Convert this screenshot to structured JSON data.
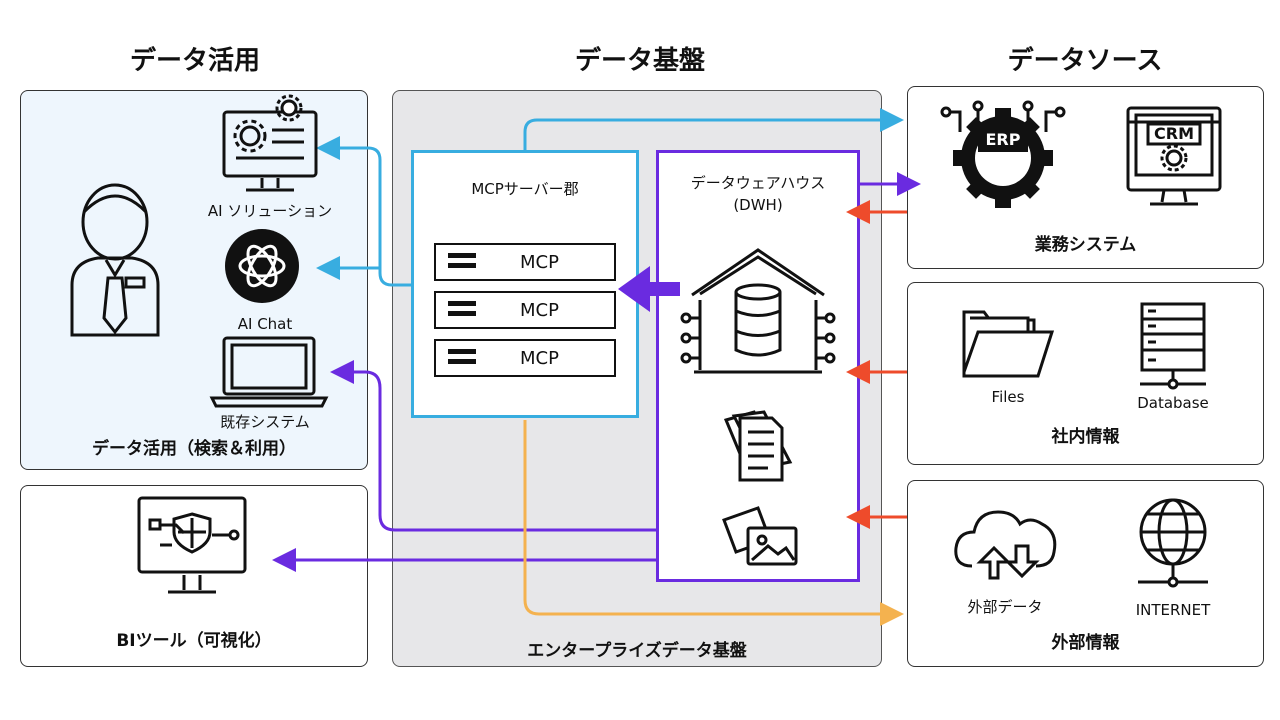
{
  "columns": {
    "left": "データ活用",
    "center": "データ基盤",
    "right": "データソース"
  },
  "left_panel": {
    "items": [
      {
        "label": "AI ソリューション"
      },
      {
        "label": "AI Chat"
      },
      {
        "label": "既存システム"
      }
    ],
    "caption": "データ活用（検索＆利用）"
  },
  "bi_panel": {
    "caption": "BIツール（可視化）"
  },
  "center_panel": {
    "mcp_group_title": "MCPサーバー郡",
    "mcp_items": [
      "MCP",
      "MCP",
      "MCP"
    ],
    "dwh_title": "データウェアハウス",
    "dwh_abbr": "(DWH)",
    "caption": "エンタープライズデータ基盤"
  },
  "right_panels": {
    "business": {
      "caption": "業務システム",
      "erp": "ERP",
      "crm": "CRM"
    },
    "internal": {
      "caption": "社内情報",
      "files": "Files",
      "database": "Database"
    },
    "external": {
      "caption": "外部情報",
      "external_data": "外部データ",
      "internet": "INTERNET"
    }
  },
  "colors": {
    "blue": "#38ADE0",
    "purple": "#6A2BE0",
    "orange": "#F4B24F",
    "red": "#EE4B2B",
    "left_bg": "#EEF6FD",
    "center_bg": "#E7E7E9"
  }
}
